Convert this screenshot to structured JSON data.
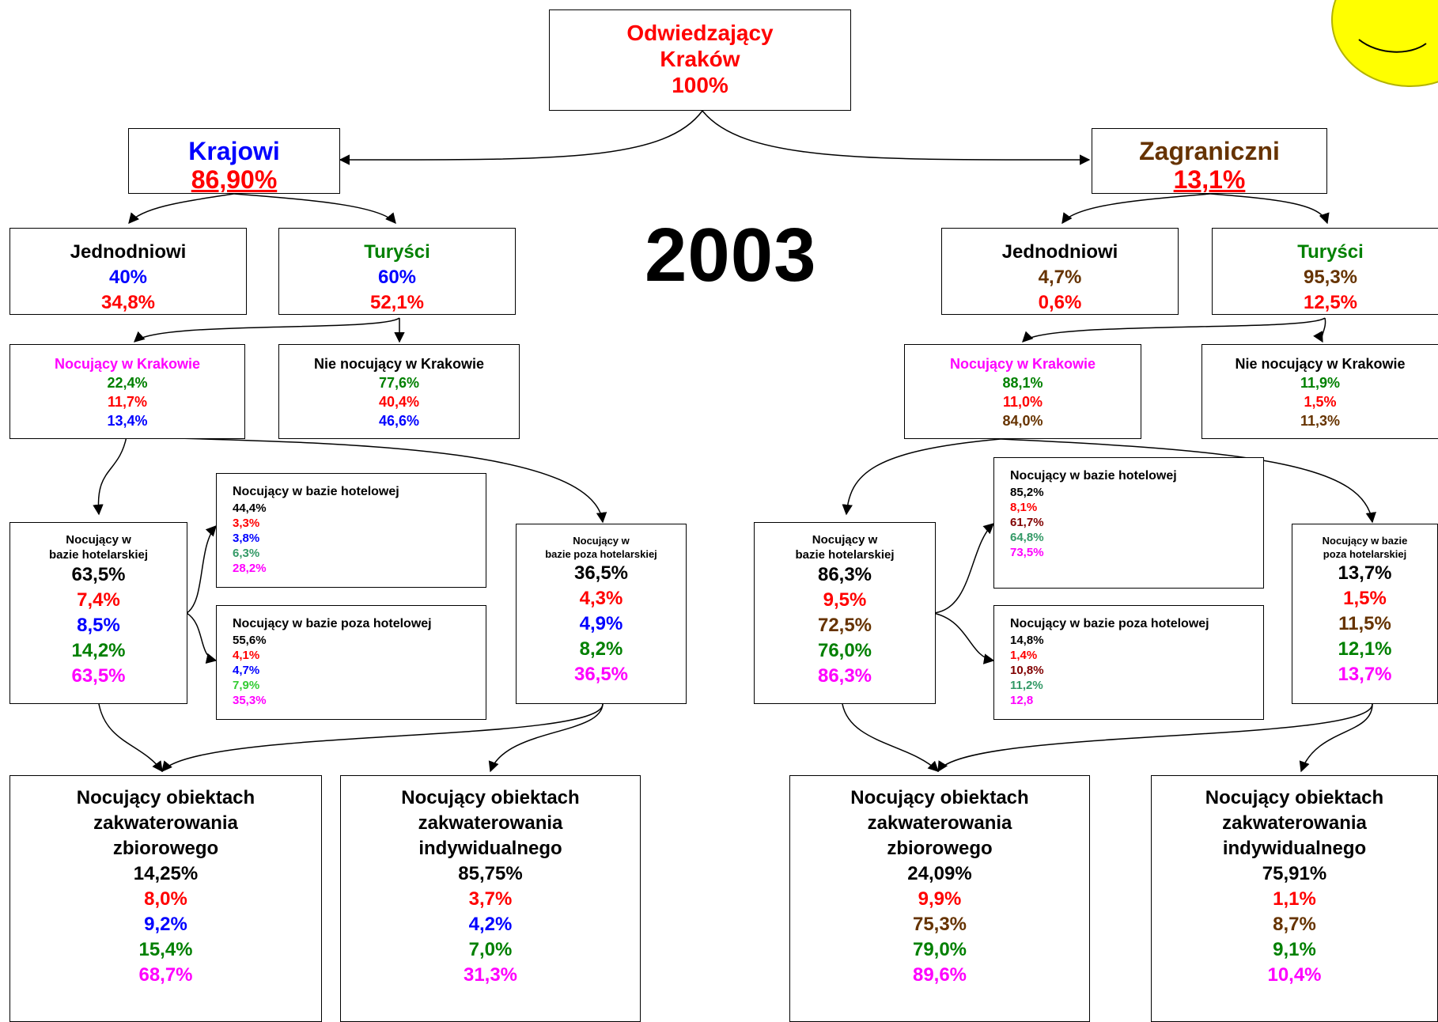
{
  "year": "2003",
  "root": {
    "title1": "Odwiedzający",
    "title2": "Kraków",
    "pct": "100%"
  },
  "domestic": {
    "header": {
      "title": "Krajowi",
      "pct": "86,90%"
    },
    "day": {
      "title": "Jednodniowi",
      "a": "40%",
      "b": "34,8%"
    },
    "tourists": {
      "title": "Turyści",
      "a": "60%",
      "b": "52,1%"
    },
    "overnight": {
      "title": "Nocujący w Krakowie",
      "a": "22,4%",
      "b": "11,7%",
      "c": "13,4%"
    },
    "not_overnight": {
      "title": "Nie nocujący w Krakowie",
      "a": "77,6%",
      "b": "40,4%",
      "c": "46,6%"
    },
    "hotel_base": {
      "title1": "Nocujący w",
      "title2": "bazie hotelarskiej",
      "a": "63,5%",
      "b": "7,4%",
      "c": "8,5%",
      "d": "14,2%",
      "e": "63,5%"
    },
    "hotel_sub": {
      "title": "Nocujący w bazie hotelowej",
      "a": "44,4%",
      "b": "3,3%",
      "c": "3,8%",
      "d": "6,3%",
      "e": "28,2%"
    },
    "nonhotel_sub": {
      "title": "Nocujący w bazie poza hotelowej",
      "a": "55,6%",
      "b": "4,1%",
      "c": "4,7%",
      "d": "7,9%",
      "e": "35,3%"
    },
    "nonhotel_base": {
      "title1": "Nocujący w",
      "title2": "bazie poza  hotelarskiej",
      "a": "36,5%",
      "b": "4,3%",
      "c": "4,9%",
      "d": "8,2%",
      "e": "36,5%"
    },
    "collective": {
      "title1": "Nocujący obiektach",
      "title2": "zakwaterowania",
      "title3": "zbiorowego",
      "a": "14,25%",
      "b": "8,0%",
      "c": "9,2%",
      "d": "15,4%",
      "e": "68,7%"
    },
    "individual": {
      "title1": "Nocujący obiektach",
      "title2": "zakwaterowania",
      "title3": "indywidualnego",
      "a": "85,75%",
      "b": "3,7%",
      "c": "4,2%",
      "d": "7,0%",
      "e": "31,3%"
    }
  },
  "foreign": {
    "header": {
      "title": "Zagraniczni",
      "pct": "13,1%"
    },
    "day": {
      "title": "Jednodniowi",
      "a": "4,7%",
      "b": "0,6%"
    },
    "tourists": {
      "title": "Turyści",
      "a": "95,3%",
      "b": "12,5%"
    },
    "overnight": {
      "title": "Nocujący w Krakowie",
      "a": "88,1%",
      "b": "11,0%",
      "c": "84,0%"
    },
    "not_overnight": {
      "title": "Nie nocujący w Krakowie",
      "a": "11,9%",
      "b": "1,5%",
      "c": "11,3%"
    },
    "hotel_base": {
      "title1": "Nocujący w",
      "title2": "bazie hotelarskiej",
      "a": "86,3%",
      "b": "9,5%",
      "c": "72,5%",
      "d": "76,0%",
      "e": "86,3%"
    },
    "hotel_sub": {
      "title": "Nocujący w bazie hotelowej",
      "a": "85,2%",
      "b": "8,1%",
      "c": "61,7%",
      "d": "64,8%",
      "e": "73,5%"
    },
    "nonhotel_sub": {
      "title": "Nocujący w bazie poza hotelowej",
      "a": "14,8%",
      "b": "1,4%",
      "c": "10,8%",
      "d": "11,2%",
      "e": "12,8"
    },
    "nonhotel_base": {
      "title1": "Nocujący w  bazie",
      "title2": "poza  hotelarskiej",
      "a": "13,7%",
      "b": "1,5%",
      "c": "11,5%",
      "d": "12,1%",
      "e": "13,7%"
    },
    "collective": {
      "title1": "Nocujący obiektach",
      "title2": "zakwaterowania",
      "title3": "zbiorowego",
      "a": "24,09%",
      "b": "9,9%",
      "c": "75,3%",
      "d": "79,0%",
      "e": "89,6%"
    },
    "individual": {
      "title1": "Nocujący obiektach",
      "title2": "zakwaterowania",
      "title3": "indywidualnego",
      "a": "75,91%",
      "b": "1,1%",
      "c": "8,7%",
      "d": "9,1%",
      "e": "10,4%"
    }
  },
  "colors": {
    "red": "#ff0000",
    "blue": "#0000ff",
    "green": "#008000",
    "magenta": "#ff00ff",
    "brown": "#663300",
    "dark_red": "#800000",
    "teal": "#339966",
    "lime": "#33cc33",
    "sun": "#ffff00"
  }
}
